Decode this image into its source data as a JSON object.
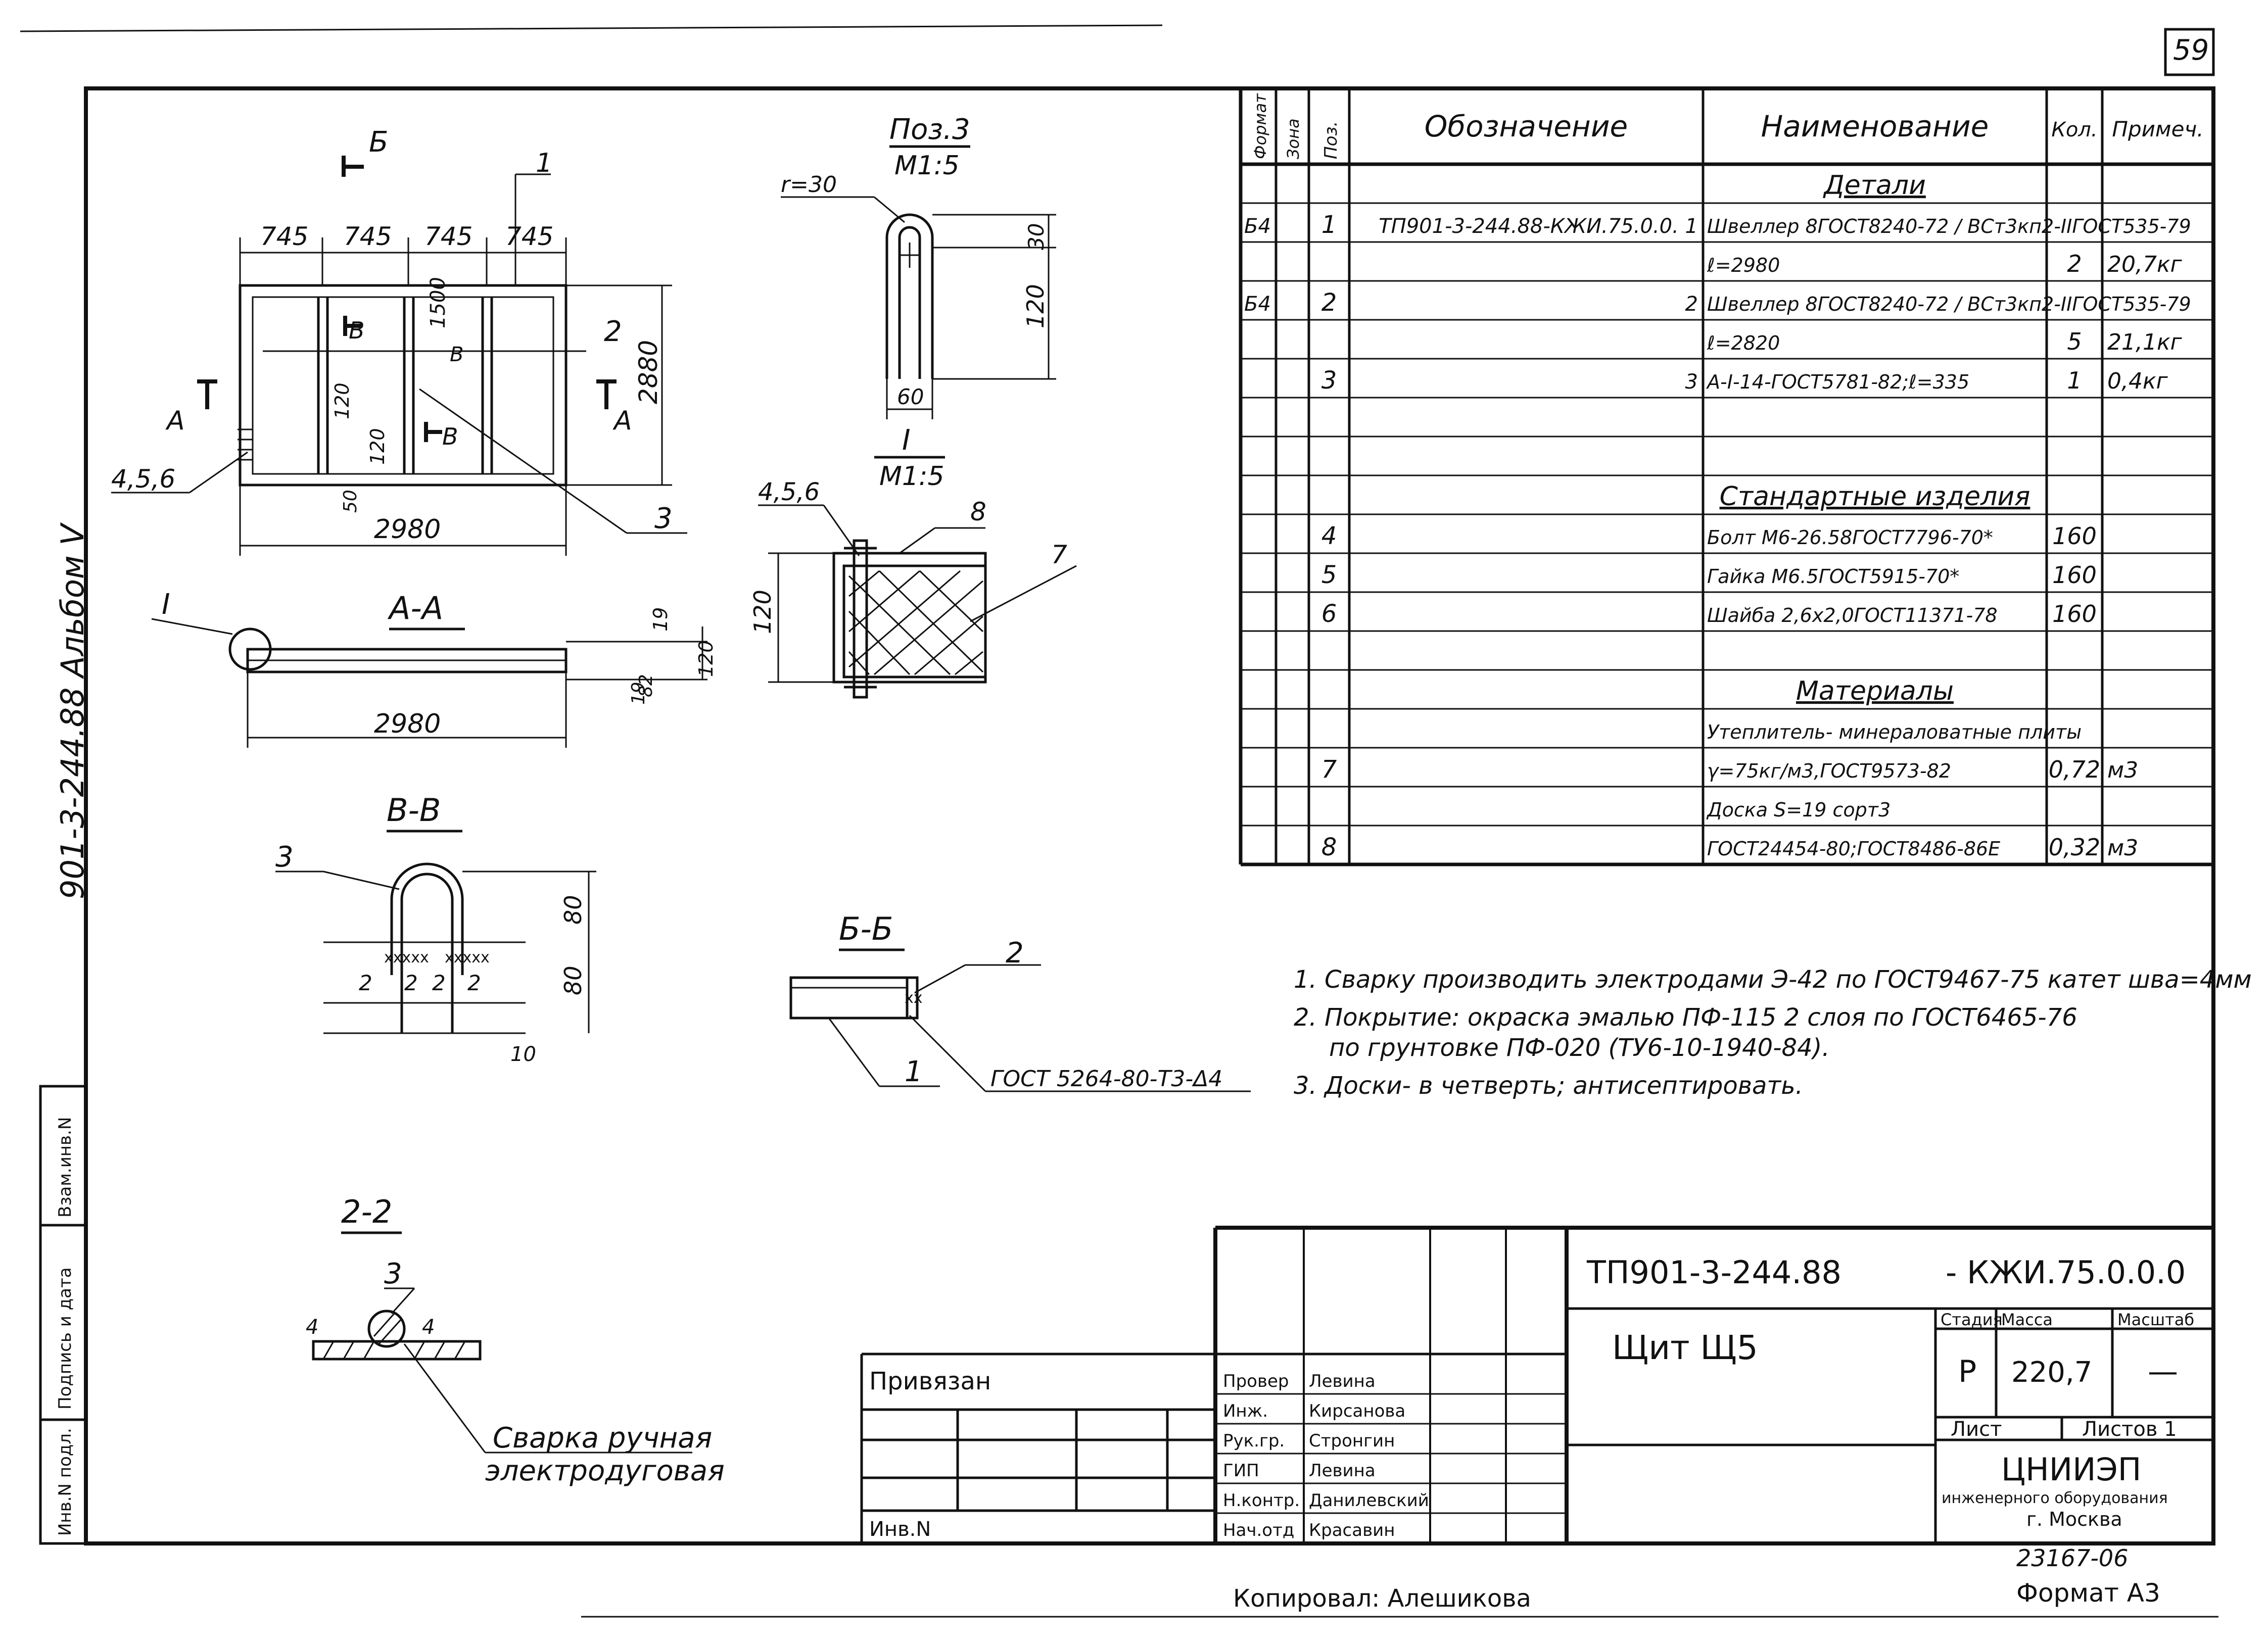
{
  "sheet_number": "59",
  "album": "901-3-244.88  Альбом V",
  "left_stamp": [
    "Инв.N подл.",
    "Подпись и дата",
    "Взам.инв.N"
  ],
  "drawing": {
    "b_mark": "Б",
    "leader_1": "1",
    "dims_top": [
      "745",
      "745",
      "745",
      "745"
    ],
    "dim_1500": "1500",
    "label_2": "2",
    "label_v": "В",
    "dim_2880": "2880",
    "label_a": "А",
    "dims_120": [
      "120",
      "120"
    ],
    "dim_50": "50",
    "label_456": "4,5,6",
    "dim_2980": "2980",
    "label_3": "3",
    "section_aa": "А-А",
    "label_I": "I",
    "dims_aa": [
      "19",
      "82",
      "19",
      "120"
    ],
    "section_vv": "В-В",
    "dims_vv": [
      "80",
      "80",
      "10"
    ],
    "vv_labels": [
      "2",
      "2",
      "2",
      "2"
    ],
    "section_22": "2-2",
    "dims_22": [
      "4",
      "4"
    ],
    "weld_note": [
      "Сварка ручная",
      "электродуговая"
    ],
    "pos3_title": "Поз.3",
    "pos3_scale": "М1:5",
    "pos3_r": "r=30",
    "pos3_dims": [
      "30",
      "120",
      "60"
    ],
    "detail_I": "I",
    "detail_I_scale": "М1:5",
    "detail_labels": [
      "4,5,6",
      "8",
      "7"
    ],
    "detail_dim": "120",
    "section_bb": "Б-Б",
    "bb_labels": [
      "2",
      "1"
    ],
    "gost_weld": "ГОСТ 5264-80-Т3-Δ4"
  },
  "spec": {
    "headers": [
      "Формат",
      "Зона",
      "Поз.",
      "Обозначение",
      "Наименование",
      "Кол.",
      "Примеч."
    ],
    "rows": [
      {
        "fmt": "",
        "pos": "",
        "desig": "",
        "name": "Детали",
        "qty": "",
        "note": "",
        "kind": "section"
      },
      {
        "fmt": "Б4",
        "pos": "1",
        "desig": "ТП901-3-244.88-КЖИ.75.0.0. 1",
        "name": "Швеллер 8ГОСТ8240-72 / ВСт3кп2-IIГОСТ535-79",
        "qty": "",
        "note": ""
      },
      {
        "fmt": "",
        "pos": "",
        "desig": "",
        "name": "ℓ=2980",
        "qty": "2",
        "note": "20,7кг"
      },
      {
        "fmt": "Б4",
        "pos": "2",
        "desig": "2",
        "name": "Швеллер 8ГОСТ8240-72 / ВСт3кп2-IIГОСТ535-79",
        "qty": "",
        "note": ""
      },
      {
        "fmt": "",
        "pos": "",
        "desig": "",
        "name": "ℓ=2820",
        "qty": "5",
        "note": "21,1кг"
      },
      {
        "fmt": "",
        "pos": "3",
        "desig": "3",
        "name": "А-I-14-ГОСТ5781-82;ℓ=335",
        "qty": "1",
        "note": "0,4кг"
      },
      {
        "fmt": "",
        "pos": "",
        "desig": "",
        "name": "",
        "qty": "",
        "note": ""
      },
      {
        "fmt": "",
        "pos": "",
        "desig": "",
        "name": "",
        "qty": "",
        "note": ""
      },
      {
        "fmt": "",
        "pos": "",
        "desig": "",
        "name": "Стандартные изделия",
        "qty": "",
        "note": "",
        "kind": "section"
      },
      {
        "fmt": "",
        "pos": "4",
        "desig": "",
        "name": "Болт М6-26.58ГОСТ7796-70*",
        "qty": "160",
        "note": ""
      },
      {
        "fmt": "",
        "pos": "5",
        "desig": "",
        "name": "Гайка М6.5ГОСТ5915-70*",
        "qty": "160",
        "note": ""
      },
      {
        "fmt": "",
        "pos": "6",
        "desig": "",
        "name": "Шайба 2,6х2,0ГОСТ11371-78",
        "qty": "160",
        "note": ""
      },
      {
        "fmt": "",
        "pos": "",
        "desig": "",
        "name": "",
        "qty": "",
        "note": ""
      },
      {
        "fmt": "",
        "pos": "",
        "desig": "",
        "name": "Материалы",
        "qty": "",
        "note": "",
        "kind": "section"
      },
      {
        "fmt": "",
        "pos": "",
        "desig": "",
        "name": "Утеплитель- минераловатные плиты",
        "qty": "",
        "note": ""
      },
      {
        "fmt": "",
        "pos": "7",
        "desig": "",
        "name": "γ=75кг/м3,ГОСТ9573-82",
        "qty": "0,72",
        "note": "м3"
      },
      {
        "fmt": "",
        "pos": "",
        "desig": "",
        "name": "Доска S=19 сорт3",
        "qty": "",
        "note": ""
      },
      {
        "fmt": "",
        "pos": "8",
        "desig": "",
        "name": "ГОСТ24454-80;ГОСТ8486-86Е",
        "qty": "0,32",
        "note": "м3"
      }
    ]
  },
  "notes": [
    "1. Сварку производить электродами Э-42 по ГОСТ9467-75 катет шва=4мм",
    "2. Покрытие: окраска эмалью ПФ-115 2 слоя по ГОСТ6465-76",
    "по грунтовке ПФ-020 (ТУ6-10-1940-84).",
    "3. Доски- в четверть; антисептировать."
  ],
  "title_block": {
    "code": "ТП901-3-244.88",
    "code_suffix": "- КЖИ.75.0.0.0",
    "name": "Щит Щ5",
    "privyazan": "Привязан",
    "inv_no": "Инв.N",
    "stage_h": "Стадия",
    "mass_h": "Масса",
    "scale_h": "Масштаб",
    "stage": "Р",
    "mass": "220,7",
    "scale": "—",
    "sheet_h": "Лист",
    "sheets_h": "Листов 1",
    "org1": "ЦНИИЭП",
    "org2": "инженерного оборудования",
    "org3": "г. Москва",
    "people": [
      {
        "role": "Провер",
        "name": "Левина"
      },
      {
        "role": "Инж.",
        "name": "Кирсанова"
      },
      {
        "role": "Рук.гр.",
        "name": "Стронгин"
      },
      {
        "role": "ГИП",
        "name": "Левина"
      },
      {
        "role": "Н.контр.",
        "name": "Данилевский"
      },
      {
        "role": "Нач.отд",
        "name": "Красавин"
      }
    ]
  },
  "footer": {
    "copy": "Копировал: Алешикова",
    "num": "23167-06",
    "format": "Формат А3"
  }
}
